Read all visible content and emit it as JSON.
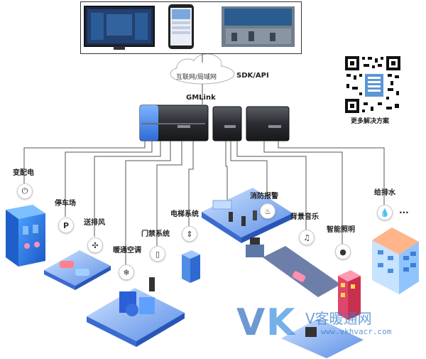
{
  "top": {
    "cloud_label": "互联网/局域网",
    "sdk_label": "SDK/API",
    "gateway_label": "GMLink"
  },
  "qr": {
    "caption": "更多解决方案"
  },
  "systems": [
    {
      "label": "变配电",
      "icon": "power-plug-icon"
    },
    {
      "label": "停车场",
      "icon": "parking-icon"
    },
    {
      "label": "送排风",
      "icon": "fan-icon"
    },
    {
      "label": "暖通空调",
      "icon": "snowflake-icon"
    },
    {
      "label": "门禁系统",
      "icon": "door-icon"
    },
    {
      "label": "电梯系统",
      "icon": "elevator-icon"
    },
    {
      "label": "消防报警",
      "icon": "fire-extinguisher-icon"
    },
    {
      "label": "背景音乐",
      "icon": "music-note-icon"
    },
    {
      "label": "智能照明",
      "icon": "light-bulb-icon"
    },
    {
      "label": "给排水",
      "icon": "water-drop-icon"
    }
  ],
  "more_label": "···",
  "watermark": {
    "logo_v": "V",
    "logo_k": "K",
    "name": "V客暖通网",
    "url": "www.vkhvacr.com"
  },
  "colors": {
    "accent_blue": "#3b82d6",
    "line": "#555555",
    "device": "#2a2c31"
  }
}
